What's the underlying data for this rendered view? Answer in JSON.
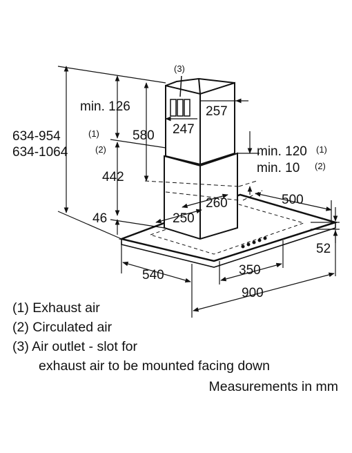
{
  "dimensions": {
    "min_126": "min. 126",
    "total_height_1": "634-954",
    "total_height_1_ref": "(1)",
    "total_height_2": "634-1064",
    "total_height_2_ref": "(2)",
    "chimney_580": "580",
    "chimney_442": "442",
    "depth_46": "46",
    "width_257": "257",
    "width_247": "247",
    "depth_260": "260",
    "depth_250": "250",
    "min_120": "min. 120",
    "min_120_ref": "(1)",
    "min_10": "min. 10",
    "min_10_ref": "(2)",
    "depth_500": "500",
    "height_52": "52",
    "width_540": "540",
    "width_350": "350",
    "width_900": "900",
    "outlet_ref": "(3)"
  },
  "legend": {
    "item1": "(1) Exhaust air",
    "item2": "(2) Circulated air",
    "item3": "(3) Air outlet - slot for",
    "item3_cont": "exhaust air to be mounted facing down",
    "units": "Measurements in mm"
  }
}
